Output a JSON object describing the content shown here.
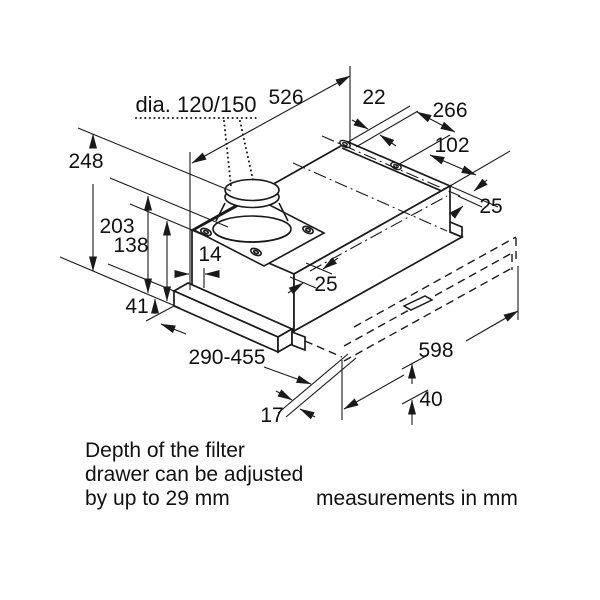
{
  "diagram": {
    "title_hint": "telescopic cooker hood dimension drawing",
    "labels": {
      "dia": "dia. 120/150",
      "w526": "526",
      "w22": "22",
      "w266": "266",
      "w102": "102",
      "d25top": "25",
      "h248": "248",
      "h203": "203",
      "h138": "138",
      "w14": "14",
      "d25front": "25",
      "h41": "41",
      "depth_range": "290-455",
      "w598": "598",
      "w17": "17",
      "h40": "40"
    },
    "notes": {
      "filter_line1": "Depth of the filter",
      "filter_line2": "drawer can be adjusted",
      "filter_line3": "by up to 29 mm",
      "units": "measurements in mm"
    },
    "colors": {
      "line": "#1a1a1a",
      "background": "#ffffff"
    }
  }
}
